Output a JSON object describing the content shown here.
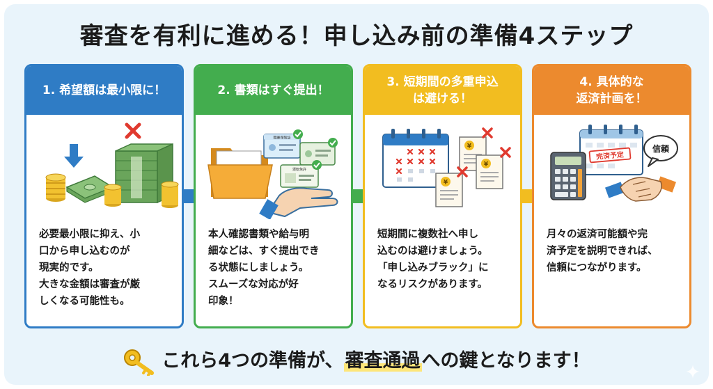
{
  "title": "審査を有利に進める！申し込み前の準備4ステップ",
  "colors": {
    "step1": "#2f7cc5",
    "step2": "#43ad4e",
    "step3": "#f2bd20",
    "step4": "#ec8a2e",
    "background": "#e9f4fb",
    "highlight": "#fde67a"
  },
  "steps": [
    {
      "header": [
        "1. 希望額は最小限に！"
      ],
      "body": [
        "必要最小限に抑え、小",
        "口から申し込むのが",
        "現実的です。",
        "大きな金額は審査が厳",
        "しくなる可能性も。"
      ]
    },
    {
      "header": [
        "2. 書類はすぐ提出！"
      ],
      "body": [
        "本人確認書類や給与明",
        "細などは、すぐ提出でき",
        "る状態にしましょう。",
        "スムーズな対応が好",
        "印象！"
      ],
      "doc_labels": [
        "職業保険証",
        "運転免許"
      ]
    },
    {
      "header": [
        "3. 短期間の多重申込",
        "は避ける！"
      ],
      "body": [
        "短期間に複数社へ申し",
        "込むのは避けましょう。",
        "「申し込みブラック」に",
        "なるリスクがあります。"
      ],
      "yen": "¥"
    },
    {
      "header": [
        "4. 具体的な",
        "返済計画を！"
      ],
      "body": [
        "月々の返済可能額や完",
        "済予定を説明できれば、",
        "信頼につながります。"
      ],
      "stamp": "完済予定",
      "bubble": "信頼"
    }
  ],
  "footer": {
    "before": "これら4つの準備が、",
    "highlight": "審査通過",
    "after": "への鍵となります！"
  },
  "icons": {
    "key": "key-icon",
    "sparkle": "sparkle-icon"
  }
}
